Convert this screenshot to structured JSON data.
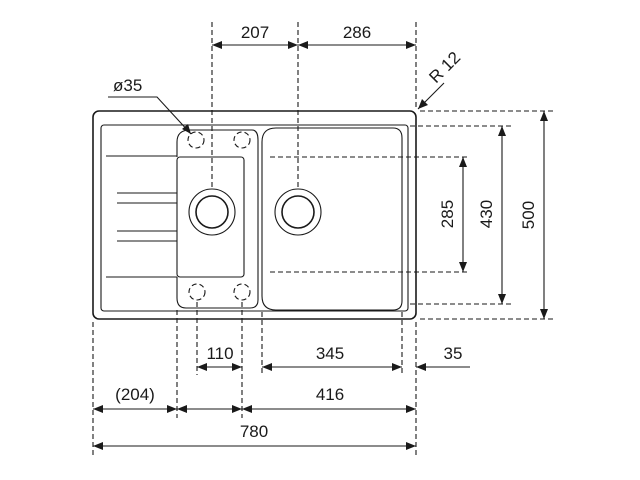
{
  "dimensions": {
    "top_left": "207",
    "top_right": "286",
    "radius": "R 12",
    "hole_diameter": "ø35",
    "height_inner": "285",
    "height_bowl": "430",
    "height_total": "500",
    "holes_spacing": "110",
    "bowl_width": "345",
    "rim_offset": "35",
    "drainer_width": "(204)",
    "sink_width": "416",
    "total_width": "780"
  }
}
